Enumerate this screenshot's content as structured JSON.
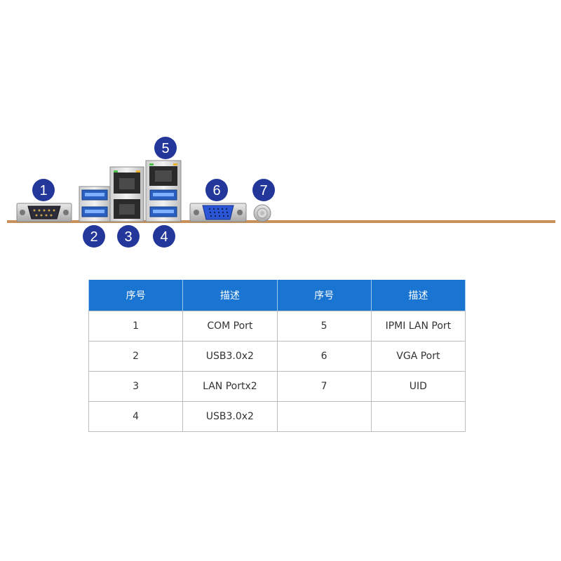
{
  "colors": {
    "callout": "#23369a",
    "callout_text": "#ffffff",
    "table_header": "#1a74d1",
    "board_edge": "#c8915a",
    "usb_blue": "#1f63c8"
  },
  "callouts": [
    {
      "label": "1",
      "port": "COM Port"
    },
    {
      "label": "2",
      "port": "USB3.0x2"
    },
    {
      "label": "3",
      "port": "LAN Portx2"
    },
    {
      "label": "4",
      "port": "USB3.0x2"
    },
    {
      "label": "5",
      "port": "IPMI LAN Port"
    },
    {
      "label": "6",
      "port": "VGA Port"
    },
    {
      "label": "7",
      "port": "UID"
    }
  ],
  "table": {
    "headers": [
      "序号",
      "描述",
      "序号",
      "描述"
    ],
    "rows": [
      [
        "1",
        "COM Port",
        "5",
        "IPMI LAN Port"
      ],
      [
        "2",
        "USB3.0x2",
        "6",
        "VGA Port"
      ],
      [
        "3",
        "LAN Portx2",
        "7",
        "UID"
      ],
      [
        "4",
        "USB3.0x2",
        "",
        ""
      ]
    ]
  }
}
